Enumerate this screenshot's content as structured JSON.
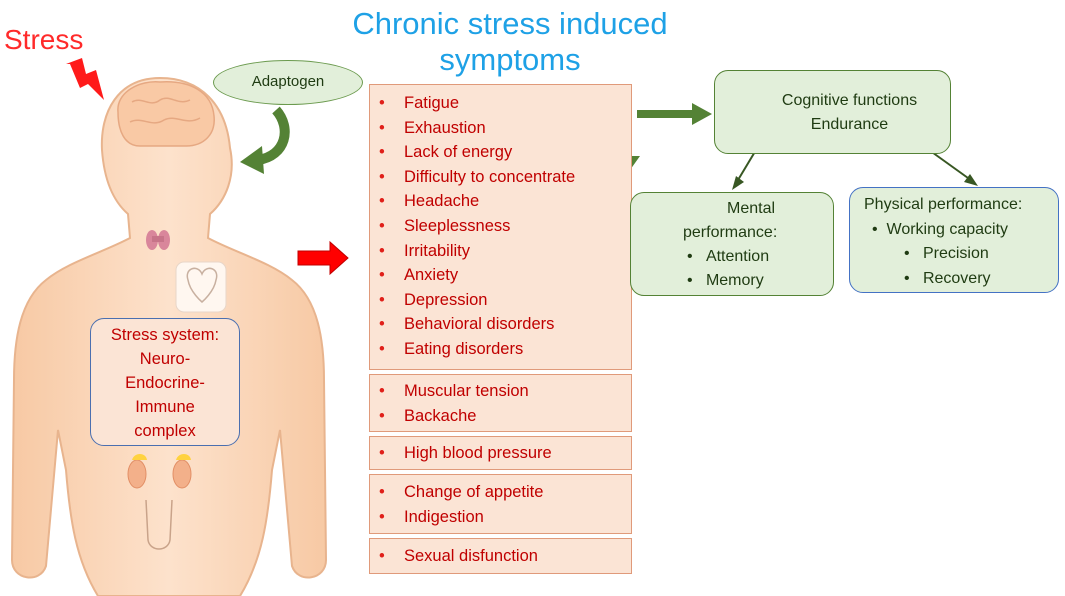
{
  "title_line1": "Chronic stress induced",
  "title_line2": "symptoms",
  "stress_label": "Stress",
  "adaptogen": "Adaptogen",
  "stress_system": [
    "Stress system:",
    "Neuro-",
    "Endocrine-",
    "Immune",
    "complex"
  ],
  "symptom_groups": [
    [
      "Fatigue",
      "Exhaustion",
      "Lack of energy",
      "Difficulty to concentrate",
      "Headache",
      "Sleeplessness",
      "Irritability",
      "Anxiety",
      "Depression",
      "Behavioral disorders",
      "Eating disorders"
    ],
    [
      "Muscular tension",
      "Backache"
    ],
    [
      "High blood pressure"
    ],
    [
      "Change of appetite",
      "Indigestion"
    ],
    [
      "Sexual disfunction"
    ]
  ],
  "cognitive": {
    "line1": "Cognitive functions",
    "line2": "Endurance"
  },
  "mental": {
    "title1": "Mental",
    "title2": "performance:",
    "items": [
      "Attention",
      "Memory"
    ]
  },
  "physical": {
    "title": "Physical performance:",
    "item1": "Working capacity",
    "item2": "Precision",
    "item3": "Recovery"
  },
  "colors": {
    "title": "#1ea1e6",
    "stress": "#ff2a2a",
    "symptom_text": "#c00000",
    "box_fill": "#fbe4d5",
    "green_arrow": "#548235",
    "red_arrow": "#ff0000",
    "green_fill": "#e2efda",
    "blue_border": "#4472c4"
  }
}
